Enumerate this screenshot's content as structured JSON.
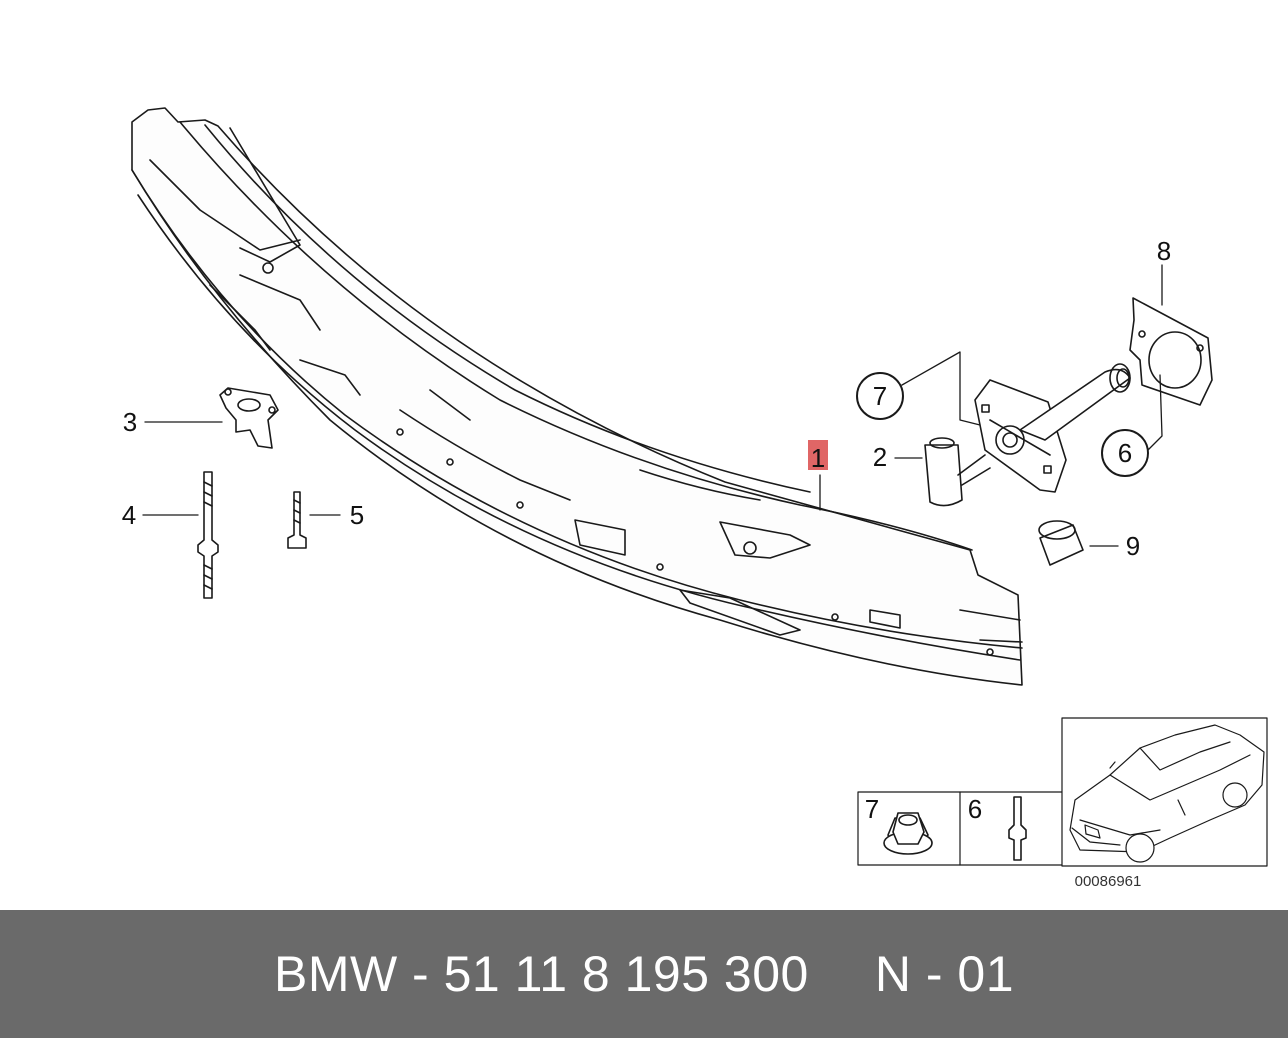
{
  "callouts": {
    "c1": "1",
    "c2": "2",
    "c3": "3",
    "c4": "4",
    "c5": "5",
    "c6": "6",
    "c7": "7",
    "c8": "8",
    "c9": "9",
    "inset_7": "7",
    "inset_6": "6"
  },
  "diagram_ref": "00086961",
  "footer": {
    "part_text": "BMW - 51 11 8 195 300",
    "variant_text": "N - 01"
  },
  "colors": {
    "footer_bg": "#6a6a6a",
    "highlight": "#e06666",
    "line": "#1a1a1a"
  }
}
